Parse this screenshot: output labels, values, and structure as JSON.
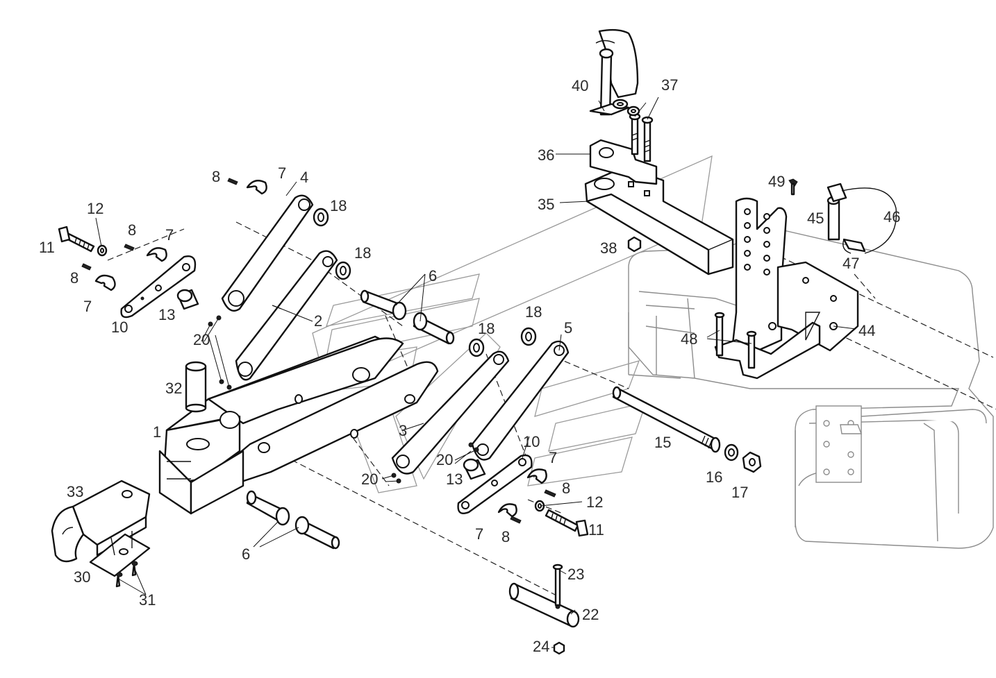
{
  "labels": {
    "l1": "1",
    "l2": "2",
    "l3": "3",
    "l4": "4",
    "l5": "5",
    "l6a": "6",
    "l6b": "6",
    "l7a": "7",
    "l7b": "7",
    "l7c": "7",
    "l7d": "7",
    "l7e": "7",
    "l8a": "8",
    "l8b": "8",
    "l8c": "8",
    "l8d": "8",
    "l8e": "8",
    "l10a": "10",
    "l10b": "10",
    "l11a": "11",
    "l11b": "11",
    "l12a": "12",
    "l12b": "12",
    "l13a": "13",
    "l13b": "13",
    "l15": "15",
    "l16": "16",
    "l17": "17",
    "l18a": "18",
    "l18b": "18",
    "l18c": "18",
    "l18d": "18",
    "l20a": "20",
    "l20b": "20",
    "l20c": "20",
    "l22": "22",
    "l23": "23",
    "l24": "24",
    "l30": "30",
    "l31": "31",
    "l32": "32",
    "l33": "33",
    "l35": "35",
    "l36": "36",
    "l37": "37",
    "l38": "38",
    "l40": "40",
    "l44": "44",
    "l45": "45",
    "l46": "46",
    "l47": "47",
    "l48": "48",
    "l49": "49"
  }
}
